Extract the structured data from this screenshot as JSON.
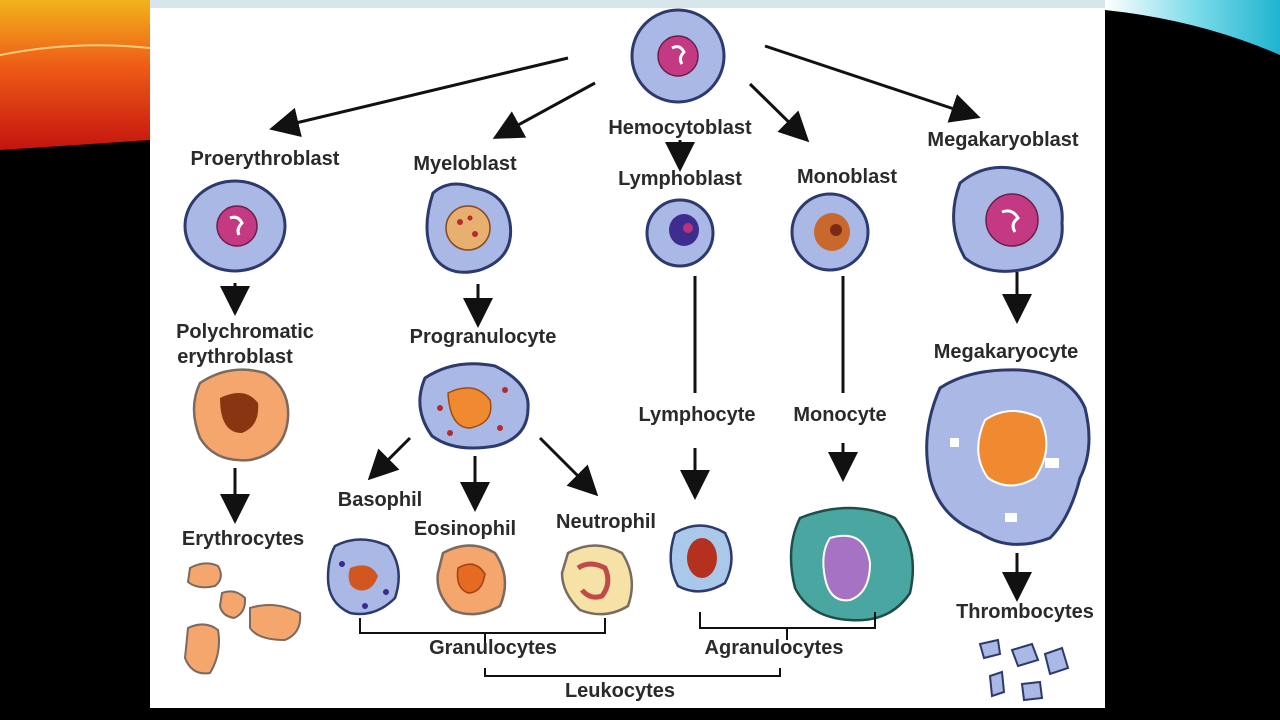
{
  "slide": {
    "background_color": "#000000",
    "accent_colors": [
      "#e8201a",
      "#f7a21b",
      "#35c3d9"
    ]
  },
  "diagram": {
    "labels": {
      "hemocytoblast": "Hemocytoblast",
      "proerythroblast": "Proerythroblast",
      "myeloblast": "Myeloblast",
      "lymphoblast": "Lymphoblast",
      "monoblast": "Monoblast",
      "megakaryoblast": "Megakaryoblast",
      "polychromatic_line1": "Polychromatic",
      "polychromatic_line2": "erythroblast",
      "progranulocyte": "Progranulocyte",
      "lymphocyte": "Lymphocyte",
      "monocyte": "Monocyte",
      "megakaryocyte": "Megakaryocyte",
      "erythrocytes": "Erythrocytes",
      "basophil": "Basophil",
      "eosinophil": "Eosinophil",
      "neutrophil": "Neutrophil",
      "thrombocytes": "Thrombocytes",
      "granulocytes": "Granulocytes",
      "agranulocytes": "Agranulocytes",
      "leukocytes": "Leukocytes"
    }
  }
}
